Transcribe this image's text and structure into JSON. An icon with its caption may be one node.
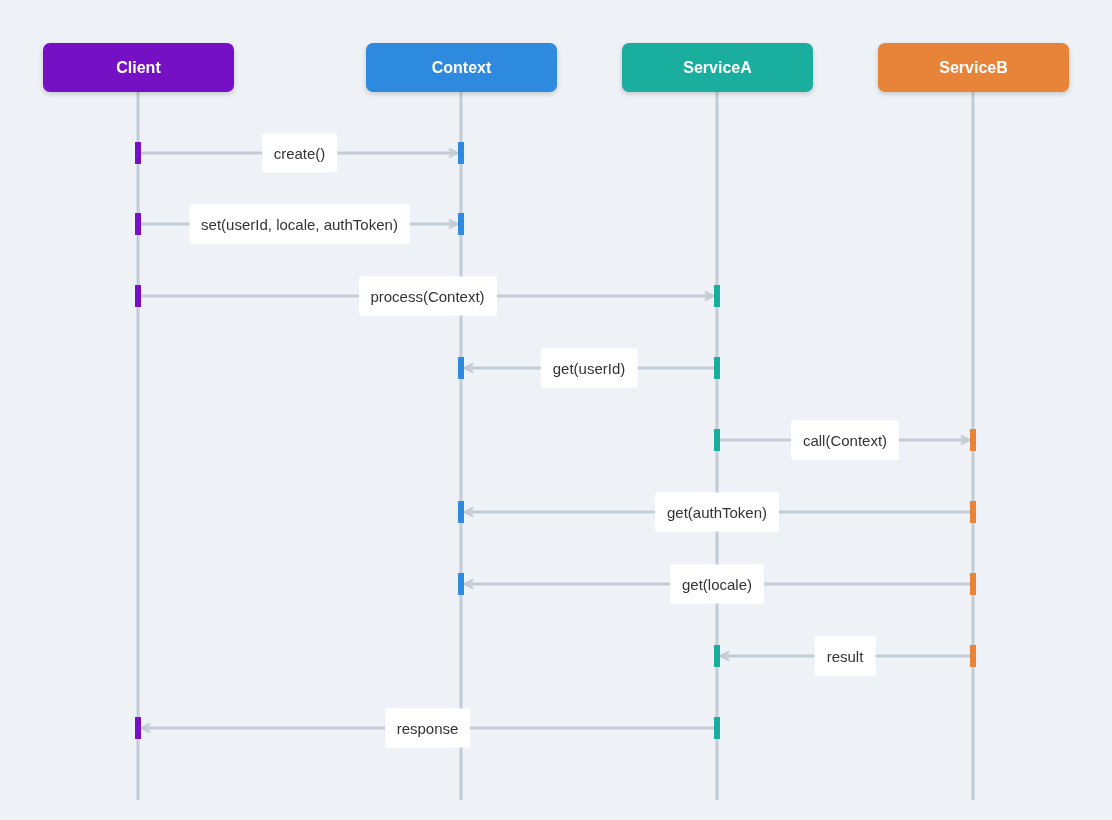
{
  "diagram": {
    "nodes": [
      {
        "text": [
          "Client"
        ]
      },
      {
        "text": [
          "Context"
        ]
      },
      {
        "text": [
          "ServiceA"
        ]
      },
      {
        "text": [
          "ServiceB"
        ]
      },
      {
        "text": [],
        "shape": "bar"
      },
      {
        "text": [],
        "shape": "bar"
      },
      {
        "text": [],
        "shape": "bar"
      },
      {
        "text": [],
        "shape": "bar"
      },
      {
        "text": [],
        "shape": "bar"
      },
      {
        "text": [],
        "shape": "bar"
      },
      {
        "text": [],
        "shape": "bar"
      },
      {
        "text": [],
        "shape": "bar"
      },
      {
        "text": [],
        "shape": "bar"
      },
      {
        "text": [],
        "shape": "bar"
      },
      {
        "text": [],
        "shape": "bar"
      },
      {
        "text": [],
        "shape": "bar"
      },
      {
        "text": [],
        "shape": "bar"
      },
      {
        "text": [],
        "shape": "bar"
      },
      {
        "text": [],
        "shape": "bar"
      },
      {
        "text": [],
        "shape": "bar"
      },
      {
        "text": [],
        "shape": "bar"
      },
      {
        "text": [],
        "shape": "bar"
      }
    ],
    "edges": [
      {
        "from": 4,
        "to": 5,
        "arrow": "to",
        "label": "create()"
      },
      {
        "from": 6,
        "to": 7,
        "arrow": "to",
        "label": "set(userId, locale, authToken)"
      },
      {
        "from": 8,
        "to": 9,
        "arrow": "to",
        "label": "process(Context)"
      },
      {
        "from": 11,
        "to": 10,
        "arrow": "to",
        "label": "get(userId)"
      },
      {
        "from": 12,
        "to": 13,
        "arrow": "to",
        "label": "call(Context)"
      },
      {
        "from": 15,
        "to": 14,
        "arrow": "to",
        "label": "get(authToken)"
      },
      {
        "from": 17,
        "to": 16,
        "arrow": "to",
        "label": "get(locale)"
      },
      {
        "from": 19,
        "to": 18,
        "arrow": "to",
        "label": "result"
      },
      {
        "from": 21,
        "to": 20,
        "arrow": "to",
        "label": "response"
      }
    ]
  }
}
